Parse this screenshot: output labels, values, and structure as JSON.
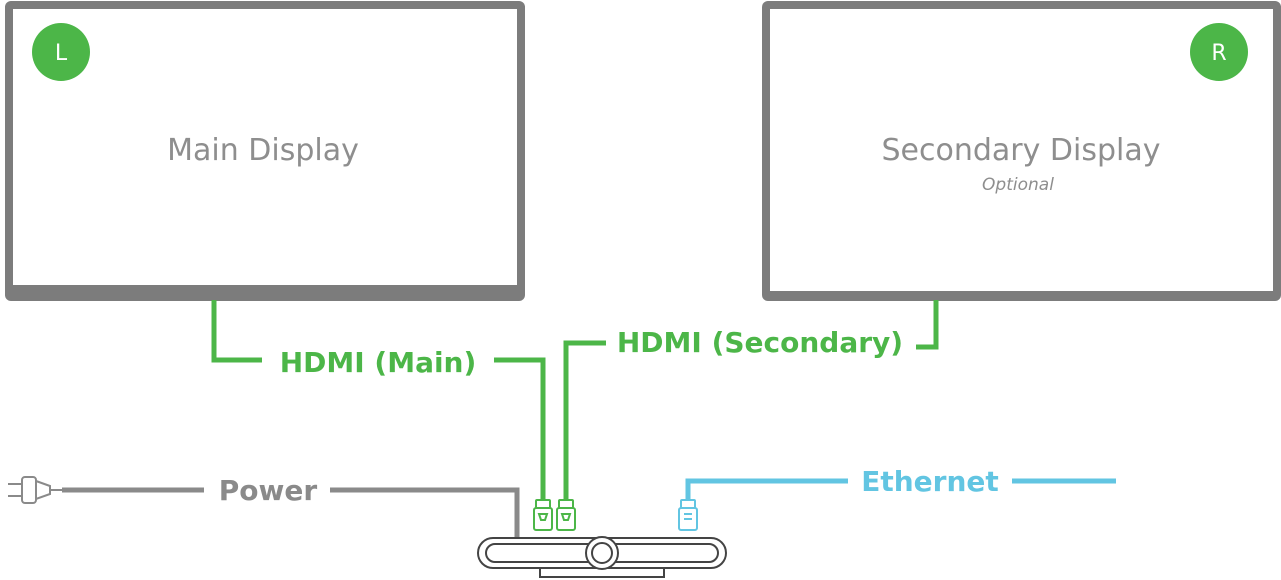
{
  "colors": {
    "hdmi": "#4cb648",
    "ethernet": "#62c5e2",
    "power": "#8a8a8a",
    "monitor_frame": "#7c7c7c",
    "badge": "#4cb648",
    "display_text": "#8e8e8e"
  },
  "displays": {
    "main": {
      "badge": "L",
      "label": "Main Display",
      "sublabel": ""
    },
    "secondary": {
      "badge": "R",
      "label": "Secondary Display",
      "sublabel": "Optional"
    }
  },
  "cables": {
    "hdmi_main": "HDMI (Main)",
    "hdmi_secondary": "HDMI (Secondary)",
    "power": "Power",
    "ethernet": "Ethernet"
  },
  "icons": {
    "power_plug": "power-plug-icon",
    "hdmi_connector": "hdmi-connector-icon",
    "ethernet_connector": "ethernet-connector-icon",
    "device": "video-bar-device-icon"
  }
}
